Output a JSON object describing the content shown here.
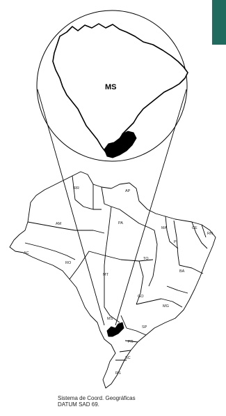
{
  "colors": {
    "accent": "#1f6b5e",
    "outline": "#000000",
    "highlight_fill": "#000000",
    "background": "#ffffff"
  },
  "zoom_inset": {
    "state_label": "MS"
  },
  "states": [
    {
      "id": "RR",
      "label": "RR"
    },
    {
      "id": "AP",
      "label": "AP"
    },
    {
      "id": "AM",
      "label": "AM"
    },
    {
      "id": "PA",
      "label": "PA"
    },
    {
      "id": "MA",
      "label": "MA"
    },
    {
      "id": "CE",
      "label": "CE"
    },
    {
      "id": "RN",
      "label": "RN"
    },
    {
      "id": "PI",
      "label": "PI"
    },
    {
      "id": "AC",
      "label": "AC"
    },
    {
      "id": "RO",
      "label": "RO"
    },
    {
      "id": "TO",
      "label": "TO"
    },
    {
      "id": "BA",
      "label": "BA"
    },
    {
      "id": "MT",
      "label": "MT"
    },
    {
      "id": "GO",
      "label": "GO"
    },
    {
      "id": "MG",
      "label": "MG"
    },
    {
      "id": "MS",
      "label": "MS"
    },
    {
      "id": "SP",
      "label": "SP"
    },
    {
      "id": "PR",
      "label": "PR"
    },
    {
      "id": "SC",
      "label": "SC"
    },
    {
      "id": "RS",
      "label": "RS"
    }
  ],
  "caption": {
    "line1": "Sistema de Coord. Geográficas",
    "line2": "DATUM SAD 69."
  }
}
